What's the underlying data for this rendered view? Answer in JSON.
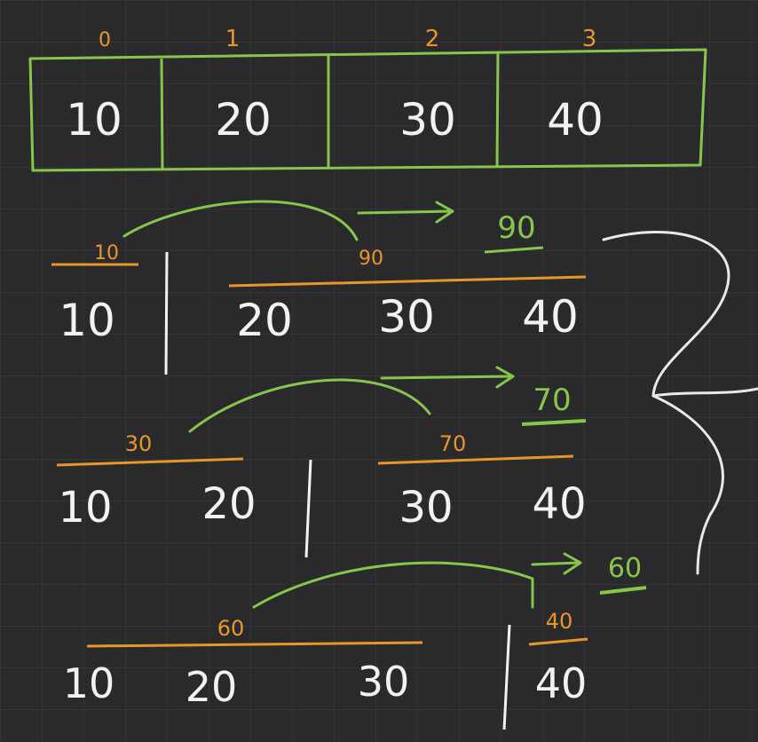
{
  "colors": {
    "background": "#2a2a2c",
    "chalk": "#f2f2f2",
    "orange": "#e8962b",
    "green": "#86c64a"
  },
  "array": {
    "indices": [
      "0",
      "1",
      "2",
      "3"
    ],
    "values": [
      "10",
      "20",
      "30",
      "40"
    ]
  },
  "splits": [
    {
      "left_values": [
        "10"
      ],
      "right_values": [
        "20",
        "30",
        "40"
      ],
      "left_sum": "10",
      "right_sum": "90",
      "difference": "90"
    },
    {
      "left_values": [
        "10",
        "20"
      ],
      "right_values": [
        "30",
        "40"
      ],
      "left_sum": "30",
      "right_sum": "70",
      "difference": "70"
    },
    {
      "left_values": [
        "10",
        "20",
        "30"
      ],
      "right_values": [
        "40"
      ],
      "left_sum": "60",
      "right_sum": "40",
      "difference": "60"
    }
  ]
}
